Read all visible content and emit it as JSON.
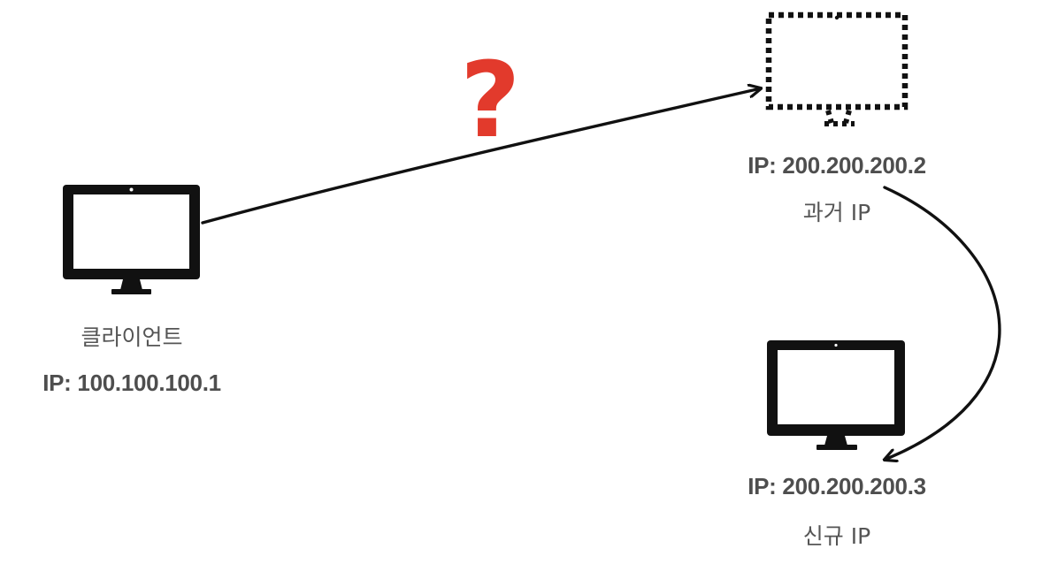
{
  "colors": {
    "ink": "#111111",
    "text": "#4e4e4e",
    "question": "#e23a2c"
  },
  "client": {
    "name": "클라이언트",
    "ip": "IP: 100.100.100.1",
    "icon": "monitor-icon"
  },
  "old_server": {
    "ip": "IP: 200.200.200.2",
    "desc": "과거 IP",
    "icon": "dashed-monitor-icon"
  },
  "new_server": {
    "ip": "IP: 200.200.200.3",
    "desc": "신규 IP",
    "icon": "monitor-icon"
  },
  "question_mark": "?"
}
